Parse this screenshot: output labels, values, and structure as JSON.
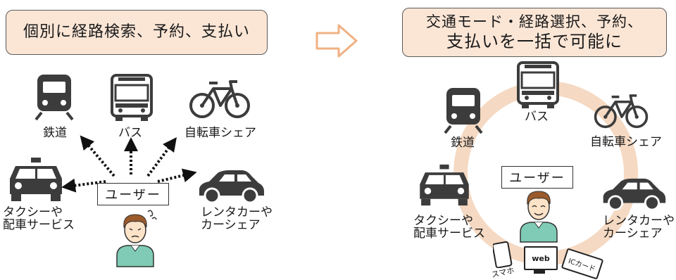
{
  "left": {
    "title": "個別に経路検索、予約、支払い",
    "labels": {
      "train": "鉄道",
      "bus": "バス",
      "bike": "自転車シェア",
      "taxi_line1": "タクシーや",
      "taxi_line2": "配車サービス",
      "car_line1": "レンタカーや",
      "car_line2": "カーシェア"
    },
    "user": "ユーザー"
  },
  "right": {
    "title_line1": "交通モード・経路選択、予約、",
    "title_line2": "支払いを一括で可能に",
    "labels": {
      "train": "鉄道",
      "bus": "バス",
      "bike": "自転車シェア",
      "taxi_line1": "タクシーや",
      "taxi_line2": "配車サービス",
      "car_line1": "レンタカーや",
      "car_line2": "カーシェア"
    },
    "user": "ユーザー",
    "devices": {
      "phone": "スマホ",
      "web": "web",
      "card": "ICカード"
    }
  },
  "colors": {
    "title_fill": "#fbe6d6",
    "ring": "#f5d9c2",
    "arrow_outline": "#f0b183",
    "vehicle": "#3c3c3c",
    "shirt": "#7fcbb5",
    "hair": "#9a5a2b"
  }
}
